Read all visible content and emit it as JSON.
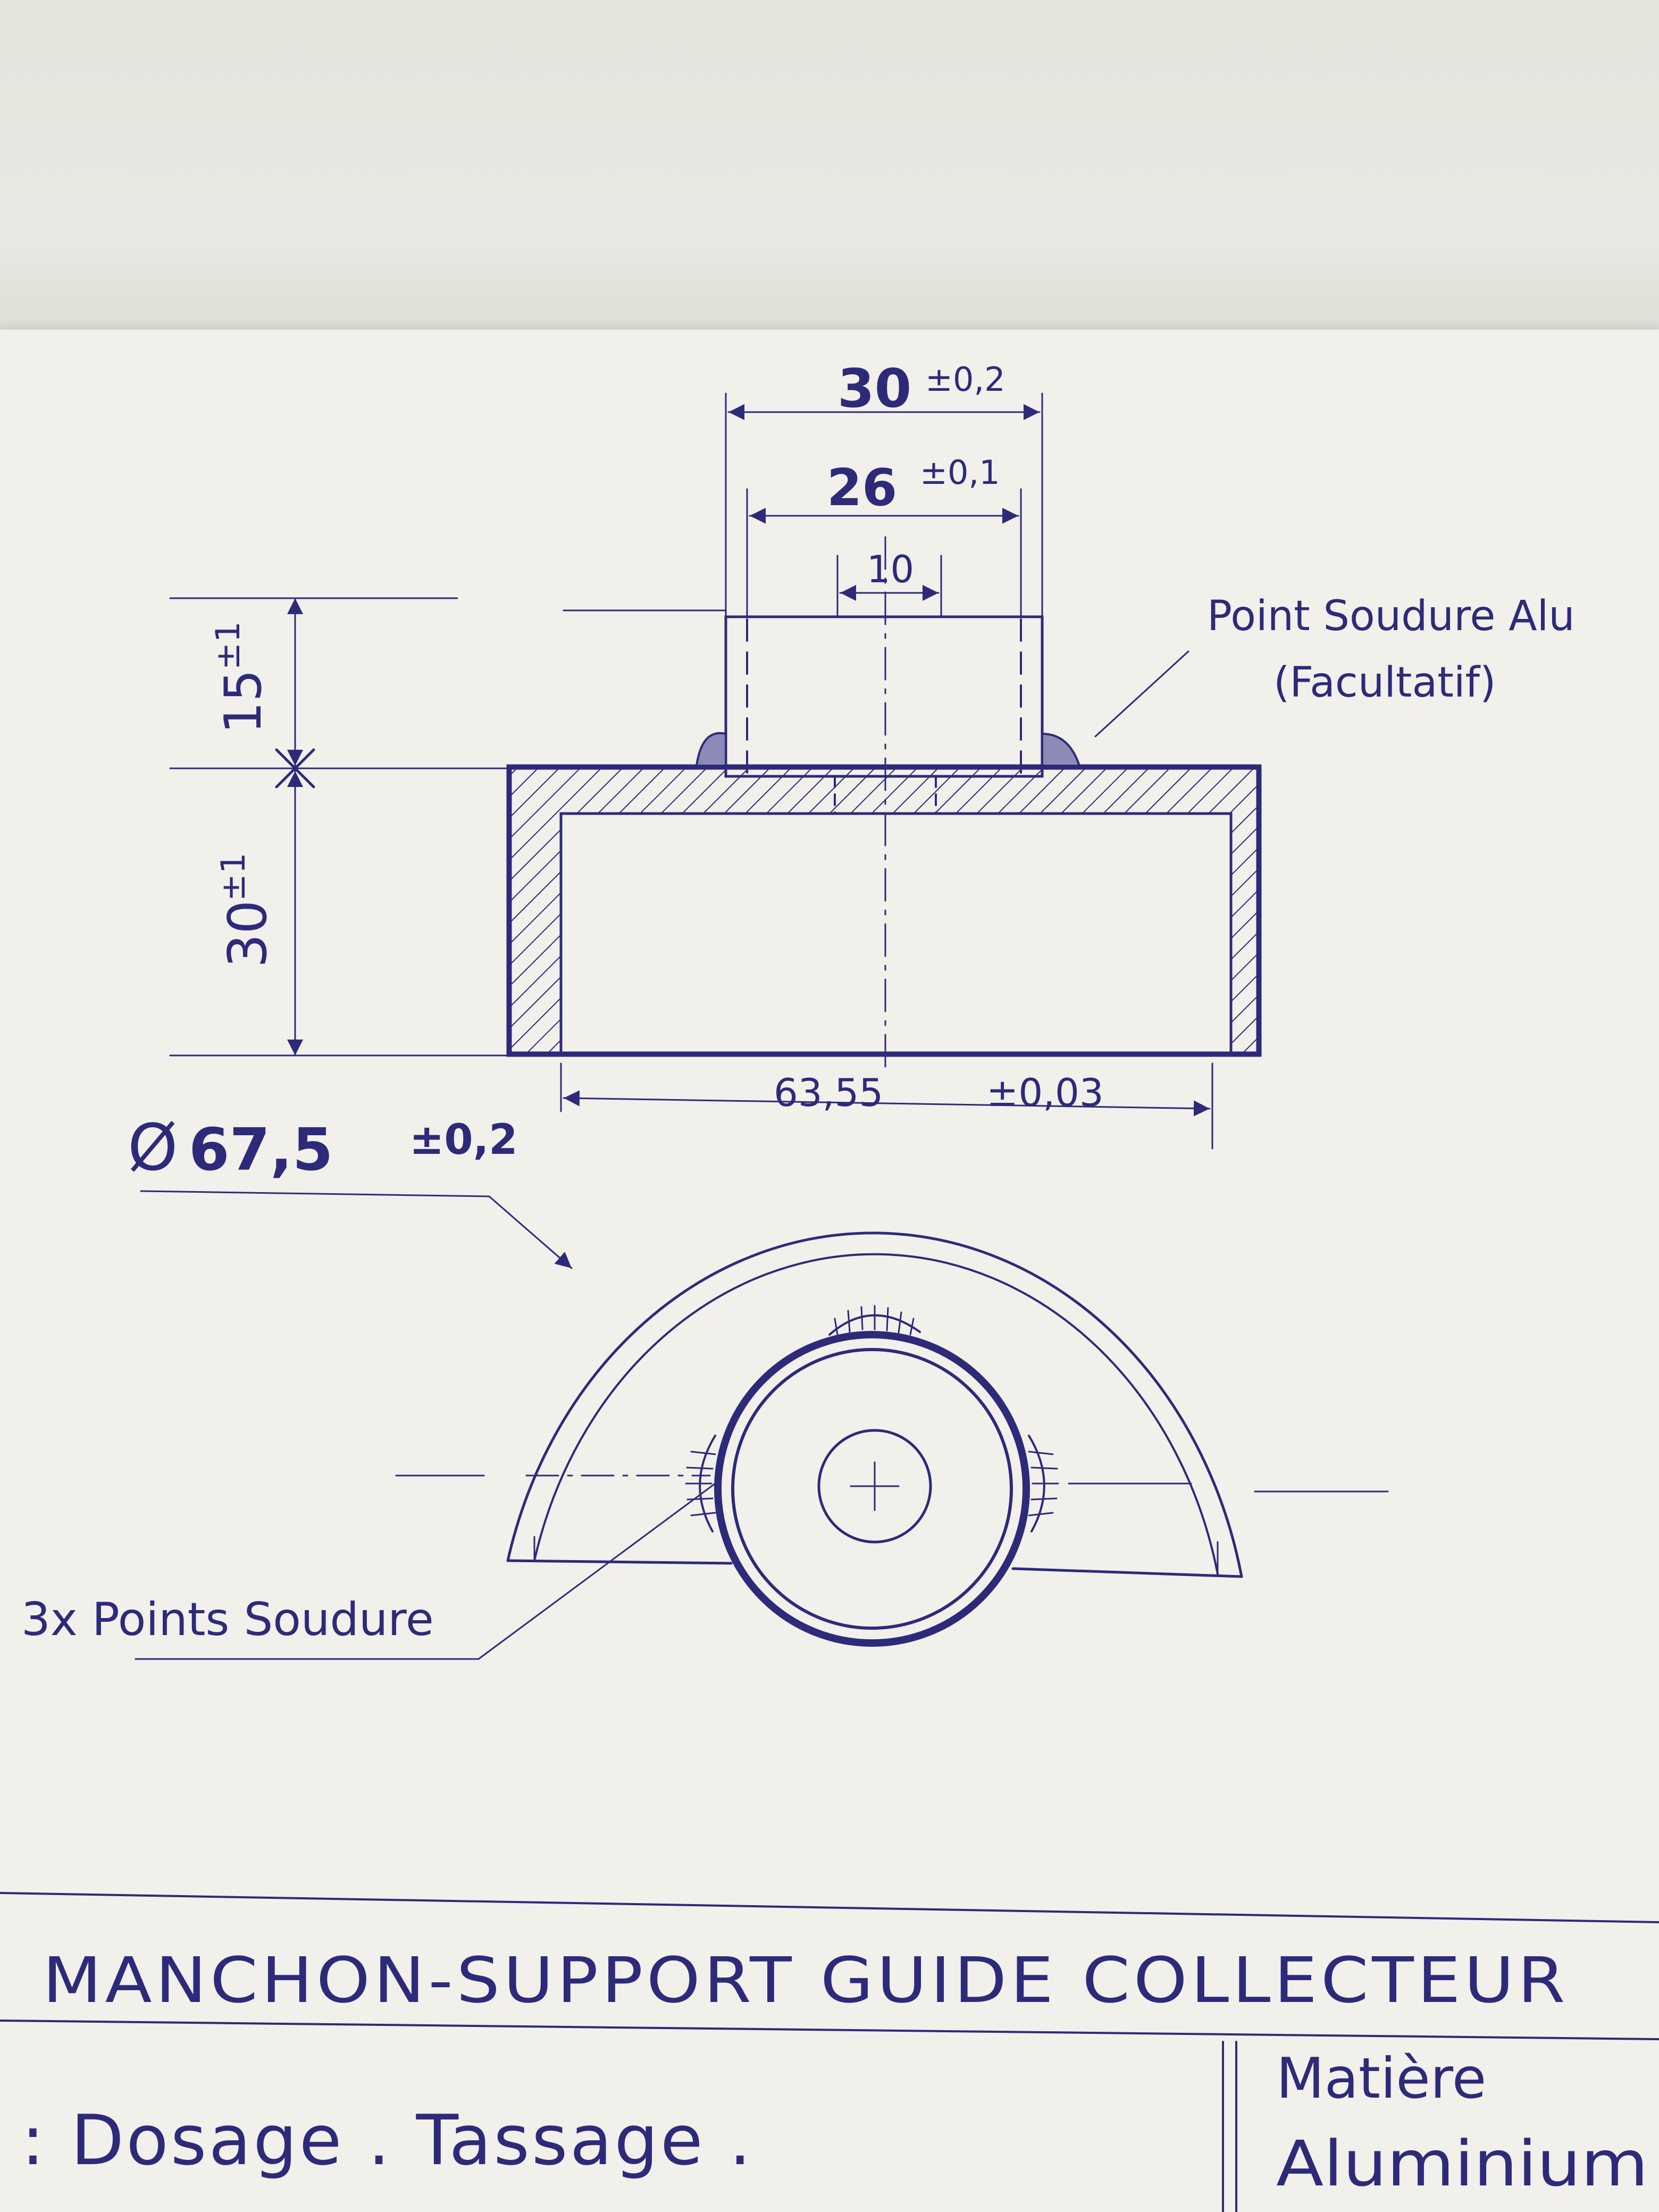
{
  "dimensions": {
    "width_top": "30",
    "width_top_tol": "±0,2",
    "width_inner": "26",
    "width_inner_tol": "±0,1",
    "width_hole": "10",
    "height_top": "15",
    "height_top_tol": "±1",
    "height_body": "30",
    "height_body_tol": "±1",
    "width_body": "63,55",
    "width_body_tol": "±0,03",
    "diameter": "67,5",
    "diameter_tol": "±0,2"
  },
  "notes": {
    "weld_point_line1": "Point Soudure Alu",
    "weld_point_line2": "(Facultatif)",
    "weld_points": "3x Points Soudure"
  },
  "title_block": {
    "title": "MANCHON-SUPPORT GUIDE COLLECTEUR",
    "project": ": Dosage . Tassage .",
    "material_label": "Matière",
    "material_value": "Aluminium"
  },
  "colors": {
    "ink": "#2e2a7a",
    "paper": "#f1f0ea"
  }
}
